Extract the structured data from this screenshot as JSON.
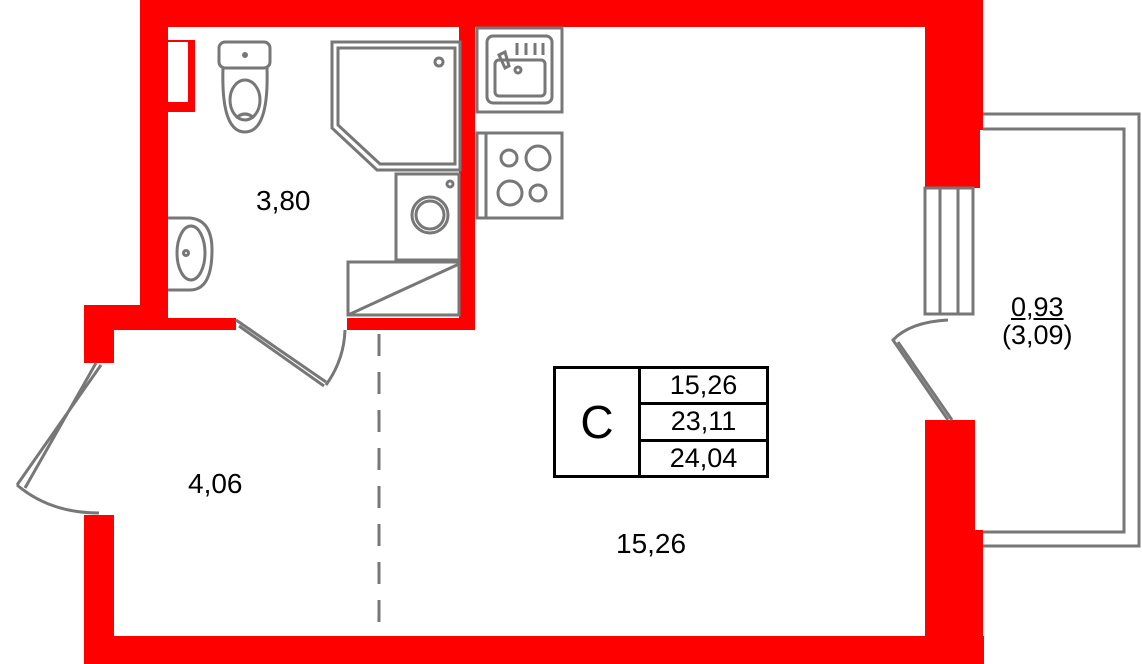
{
  "plan": {
    "colors": {
      "wall": "#ff0000",
      "fixture": "#777777",
      "text": "#000000"
    },
    "rooms": [
      {
        "name": "bathroom",
        "area": "3,80"
      },
      {
        "name": "hallway",
        "area": "4,06"
      },
      {
        "name": "living-room",
        "area": "15,26"
      }
    ],
    "balcony": {
      "area": "0,93",
      "area_full": "(3,09)"
    },
    "legend": {
      "type": "С",
      "values": [
        "15,26",
        "23,11",
        "24,04"
      ]
    }
  }
}
